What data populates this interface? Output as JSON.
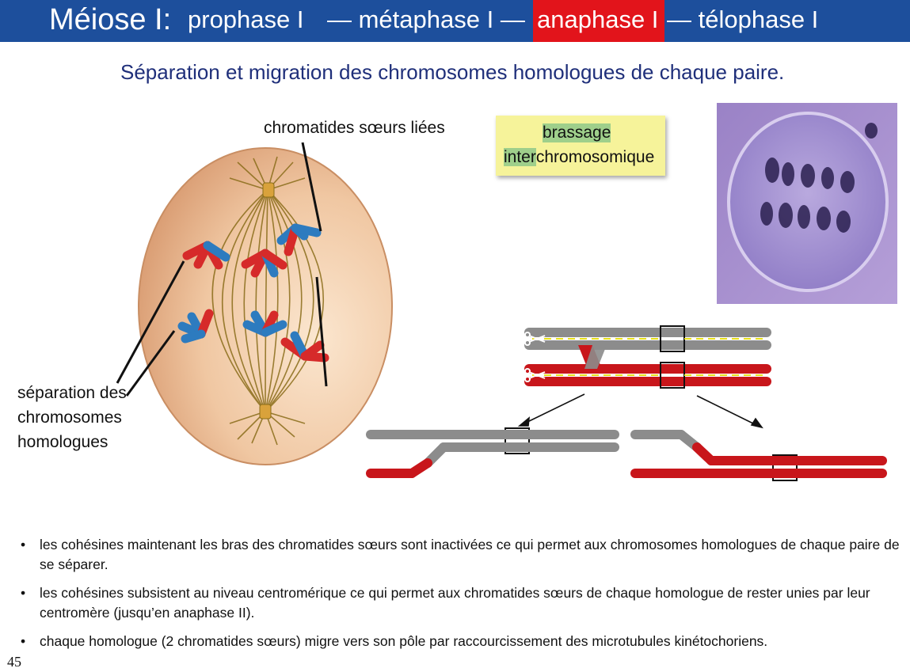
{
  "header": {
    "title": "Méiose I:",
    "phase_prophase": "prophase I",
    "phase_metaphase": "— métaphase I —",
    "phase_anaphase": "anaphase I",
    "phase_telophase": "— télophase I",
    "active_color": "#e2141b",
    "bar_color": "#1d4f9c"
  },
  "subtitle": "Séparation et migration des chromosomes homologues de chaque paire.",
  "diagram": {
    "label_sister": "chromatides sœurs liées",
    "label_sep_1": "séparation des",
    "label_sep_2": "chromosomes",
    "label_sep_3": "homologues"
  },
  "brassage": {
    "word1": "brassage",
    "word2_highlight": "inter",
    "word2_rest": "chromosomique"
  },
  "bullets": [
    "les cohésines maintenant les bras des chromatides sœurs sont inactivées ce qui permet aux chromosomes homologues de chaque paire de se séparer.",
    "les cohésines subsistent au niveau centromérique ce qui permet aux chromatides sœurs de chaque homologue de rester unies par leur centromère (jusqu’en anaphase II).",
    "chaque homologue (2 chromatides sœurs) migre vers son pôle par raccourcissement des microtubules kinétochoriens."
  ],
  "bullet_symbol": "•",
  "page_number": "45"
}
